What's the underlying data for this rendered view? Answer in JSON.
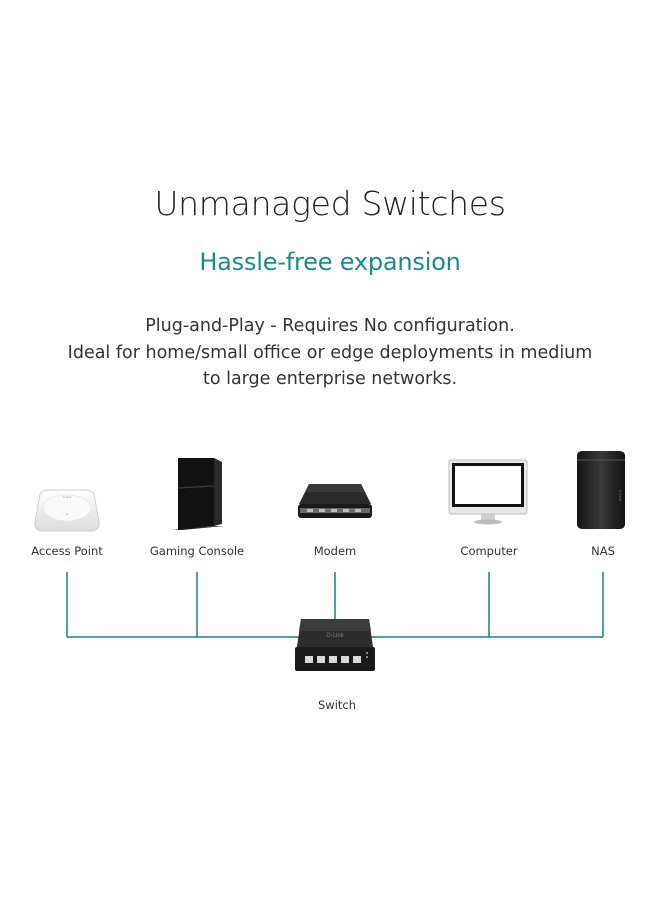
{
  "title": "Unmanaged Switches",
  "subtitle": "Hassle-free expansion",
  "description": [
    "Plug-and-Play - Requires No configuration.",
    "Ideal for home/small office or edge deployments in medium",
    "to large enterprise networks."
  ],
  "devices": {
    "access_point": "Access Point",
    "gaming_console": "Gaming Console",
    "modem": "Modem",
    "computer": "Computer",
    "nas": "NAS"
  },
  "switch_label": "Switch",
  "colors": {
    "accent": "#1b8c8c",
    "line": "#1b7f86"
  }
}
